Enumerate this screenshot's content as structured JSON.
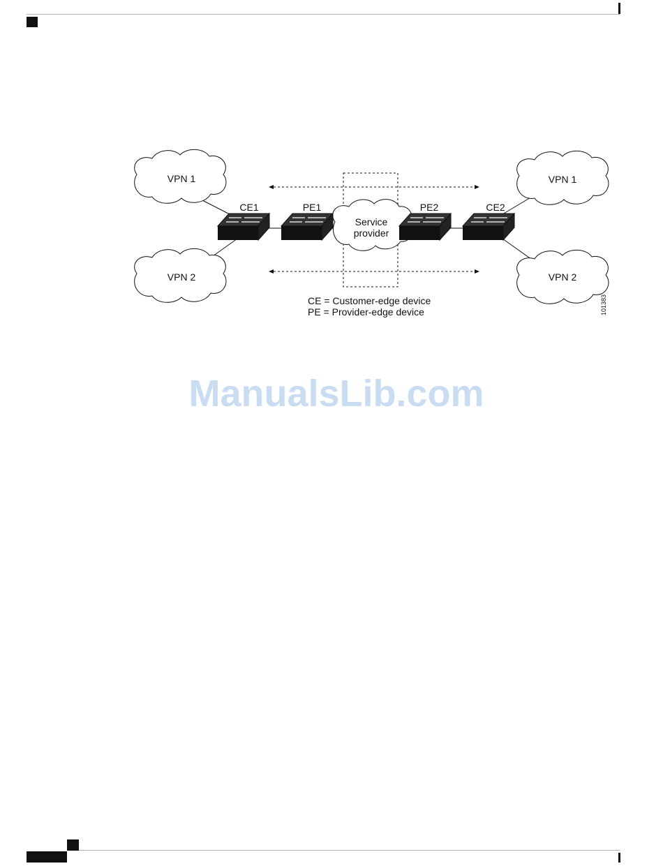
{
  "diagram": {
    "nodes": {
      "vpn1_left": "VPN 1",
      "vpn2_left": "VPN 2",
      "vpn1_right": "VPN 1",
      "vpn2_right": "VPN 2",
      "ce1": "CE1",
      "pe1": "PE1",
      "pe2": "PE2",
      "ce2": "CE2",
      "provider_line1": "Service",
      "provider_line2": "provider"
    },
    "legend": {
      "ce": "CE = Customer-edge device",
      "pe": "PE = Provider-edge device"
    },
    "figure_id": "101383"
  },
  "watermark": "ManualsLib.com"
}
